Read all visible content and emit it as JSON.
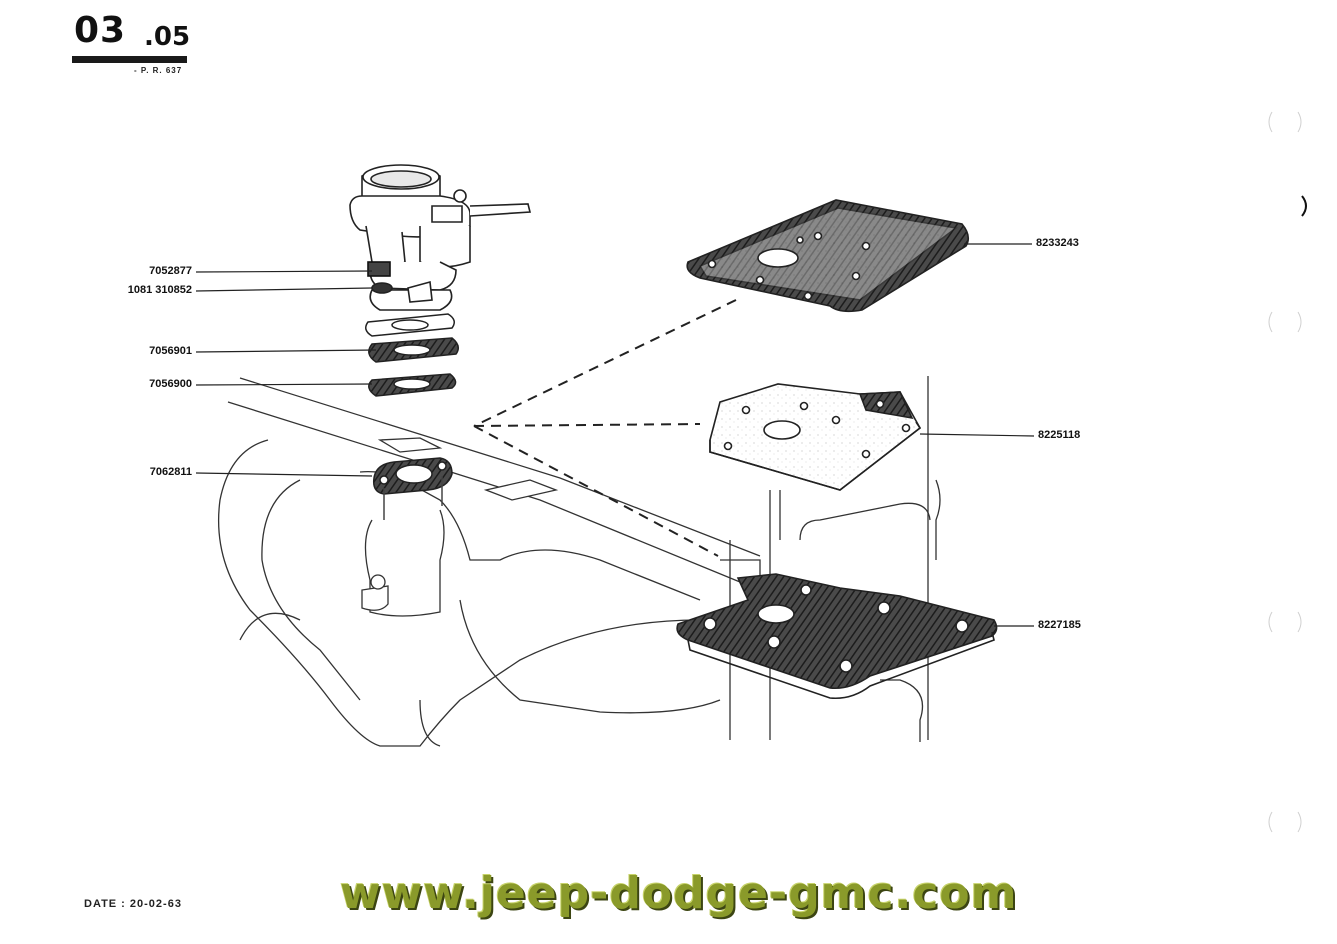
{
  "header": {
    "section_main": "03",
    "section_sub": ".05",
    "reference": "- P. R. 637"
  },
  "parts": {
    "p7052877": "7052877",
    "p1081310852": "1081 310852",
    "p7056901": "7056901",
    "p7056900": "7056900",
    "p7062811": "7062811",
    "p8233243": "8233243",
    "p8225118": "8225118",
    "p8227185": "8227185"
  },
  "footer": {
    "date": "DATE : 20-02-63",
    "watermark": "www.jeep-dodge-gmc.com"
  }
}
